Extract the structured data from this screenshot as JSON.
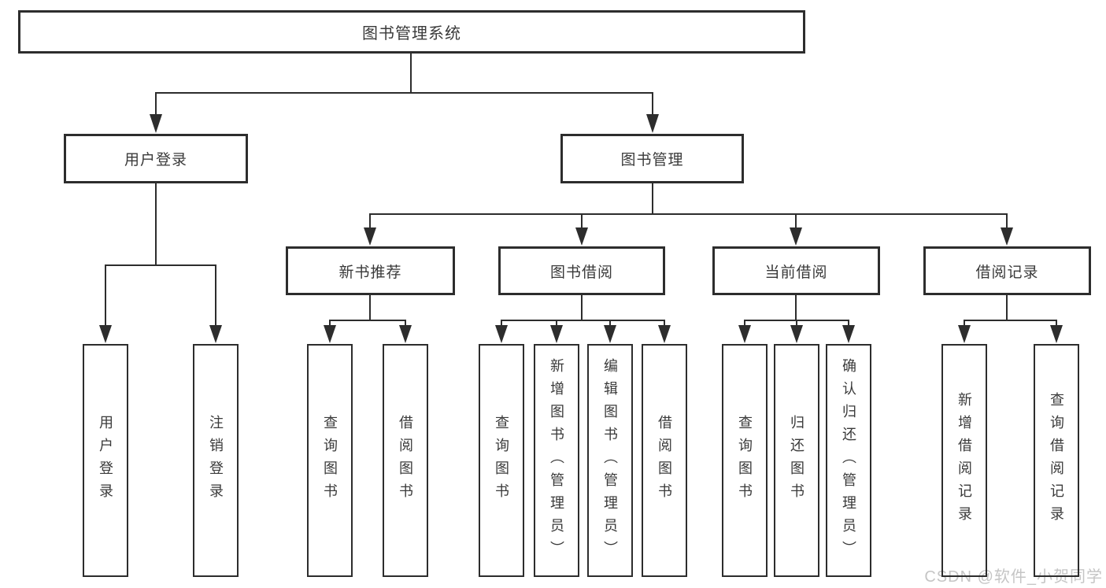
{
  "diagram": {
    "root": {
      "label": "图书管理系统"
    },
    "level2": [
      {
        "label": "用户登录"
      },
      {
        "label": "图书管理"
      }
    ],
    "level3": [
      {
        "label": "新书推荐"
      },
      {
        "label": "图书借阅"
      },
      {
        "label": "当前借阅"
      },
      {
        "label": "借阅记录"
      }
    ],
    "leaves": {
      "user_login": [
        "用户登录",
        "注销登录"
      ],
      "new_book_recommend": [
        "查询图书",
        "借阅图书"
      ],
      "book_borrow": [
        "查询图书",
        "新增图书（管理员）",
        "编辑图书（管理员）",
        "借阅图书"
      ],
      "current_borrow": [
        "查询图书",
        "归还图书",
        "确认归还（管理员）"
      ],
      "borrow_records": [
        "新增借阅记录",
        "查询借阅记录"
      ]
    }
  },
  "watermark": "CSDN @软件_小贺同学",
  "colors": {
    "line": "#2d2d2d",
    "border": "#2d2d2d",
    "text": "#3a3a3a",
    "watermark": "#c5c5c5",
    "background": "#ffffff"
  }
}
